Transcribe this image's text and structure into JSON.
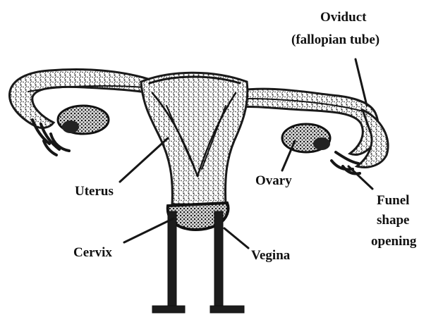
{
  "labels": {
    "oviduct_line1": "Oviduct",
    "oviduct_line2": "(fallopian tube)",
    "uterus": "Uterus",
    "ovary": "Ovary",
    "funnel_line1": "Funel",
    "funnel_line2": "shape",
    "funnel_line3": "opening",
    "cervix": "Cervix",
    "vagina": "Vegina"
  }
}
